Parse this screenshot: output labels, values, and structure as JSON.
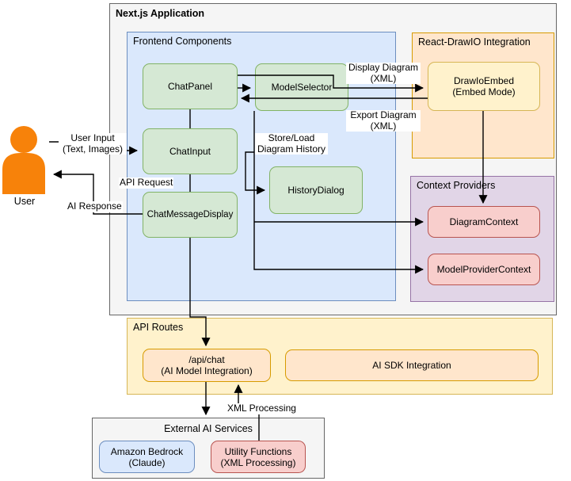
{
  "containers": {
    "nextjs": {
      "title": "Next.js Application"
    },
    "frontend": {
      "title": "Frontend Components"
    },
    "react_drawio": {
      "title": "React-DrawIO Integration"
    },
    "context_providers": {
      "title": "Context Providers"
    },
    "api_routes": {
      "title": "API Routes"
    },
    "external_ai": {
      "title": "External AI Services"
    }
  },
  "actor": {
    "label": "User"
  },
  "nodes": {
    "chat_panel": {
      "label": "ChatPanel"
    },
    "model_selector": {
      "label": "ModelSelector"
    },
    "chat_input": {
      "label": "ChatInput"
    },
    "history_dialog": {
      "label": "HistoryDialog"
    },
    "chat_message_display": {
      "label": "ChatMessageDisplay"
    },
    "drawio_embed": {
      "line1": "DrawIoEmbed",
      "line2": "(Embed Mode)"
    },
    "diagram_context": {
      "label": "DiagramContext"
    },
    "model_provider_context": {
      "label": "ModelProviderContext"
    },
    "api_chat": {
      "line1": "/api/chat",
      "line2": "(AI Model Integration)"
    },
    "ai_sdk": {
      "label": "AI SDK Integration"
    },
    "amazon_bedrock": {
      "line1": "Amazon Bedrock",
      "line2": "(Claude)"
    },
    "utility_functions": {
      "line1": "Utility Functions",
      "line2": "(XML Processing)"
    }
  },
  "edge_labels": {
    "user_input": {
      "line1": "User Input",
      "line2": "(Text, Images)"
    },
    "api_request": {
      "label": "API Request"
    },
    "ai_response": {
      "label": "AI Response"
    },
    "display_diagram": {
      "line1": "Display Diagram",
      "line2": "(XML)"
    },
    "export_diagram": {
      "line1": "Export Diagram",
      "line2": "(XML)"
    },
    "store_load": {
      "line1": "Store/Load",
      "line2": "Diagram History"
    },
    "xml_processing": {
      "label": "XML Processing"
    }
  },
  "colors": {
    "green_fill": "#d5e8d4",
    "green_stroke": "#82b366",
    "blue_fill": "#dae8fc",
    "blue_stroke": "#6c8ebf",
    "orange_fill": "#ffe6cc",
    "orange_stroke": "#d79b00",
    "yellow_fill": "#fff2cc",
    "yellow_stroke": "#d6b656",
    "red_fill": "#f8cecc",
    "red_stroke": "#b85450",
    "purple_fill": "#e1d5e7",
    "purple_stroke": "#9673a6",
    "gray_fill": "#f5f5f5",
    "gray_stroke": "#666666",
    "actor_fill": "#f7820a",
    "edge_color": "#000000"
  }
}
